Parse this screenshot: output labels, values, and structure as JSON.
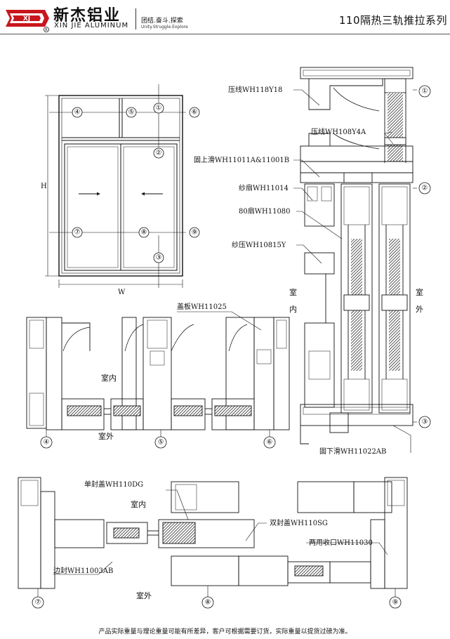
{
  "header": {
    "brand_cn": "新杰铝业",
    "brand_en": "XIN JIE ALUMINUM",
    "logo_text": "XJ",
    "registered": "R",
    "slogan_cn": "团结.奋斗.探索",
    "slogan_en": "Unity.Struggle.Explore",
    "series_title": "110隔热三轨推拉系列"
  },
  "elevation": {
    "height_label": "H",
    "width_label": "W",
    "markers": [
      "①",
      "②",
      "③",
      "④",
      "⑤",
      "⑥",
      "⑦",
      "⑧",
      "⑨"
    ]
  },
  "labels": {
    "yaxian1": "压线WH118Y18",
    "yaxian2": "压线WH108Y4A",
    "gushanghua": "固上滑WH11011A&11001B",
    "shashan": "纱扇WH11014",
    "shan80": "80扇WH11080",
    "shaya": "纱压WH10815Y",
    "gaiban": "盖板WH11025",
    "guxiahua": "固下滑WH11022AB",
    "danfeng": "单封盖WH110DG",
    "shuangfeng": "双封盖WH110SG",
    "liangyong": "两用收口WH11030",
    "bianfeng": "边封WH11003AB",
    "indoor": "室内",
    "outdoor": "室外",
    "indoor_1": "室",
    "indoor_2": "内",
    "outdoor_1": "室",
    "outdoor_2": "外"
  },
  "footer": {
    "note": "产品实际重量与理论重量可能有所差异，客户可根据需要订货，实际重量以提货过磅为准。"
  },
  "colors": {
    "ink": "#111111",
    "brand_red": "#c8161d",
    "glass": "#444444"
  }
}
